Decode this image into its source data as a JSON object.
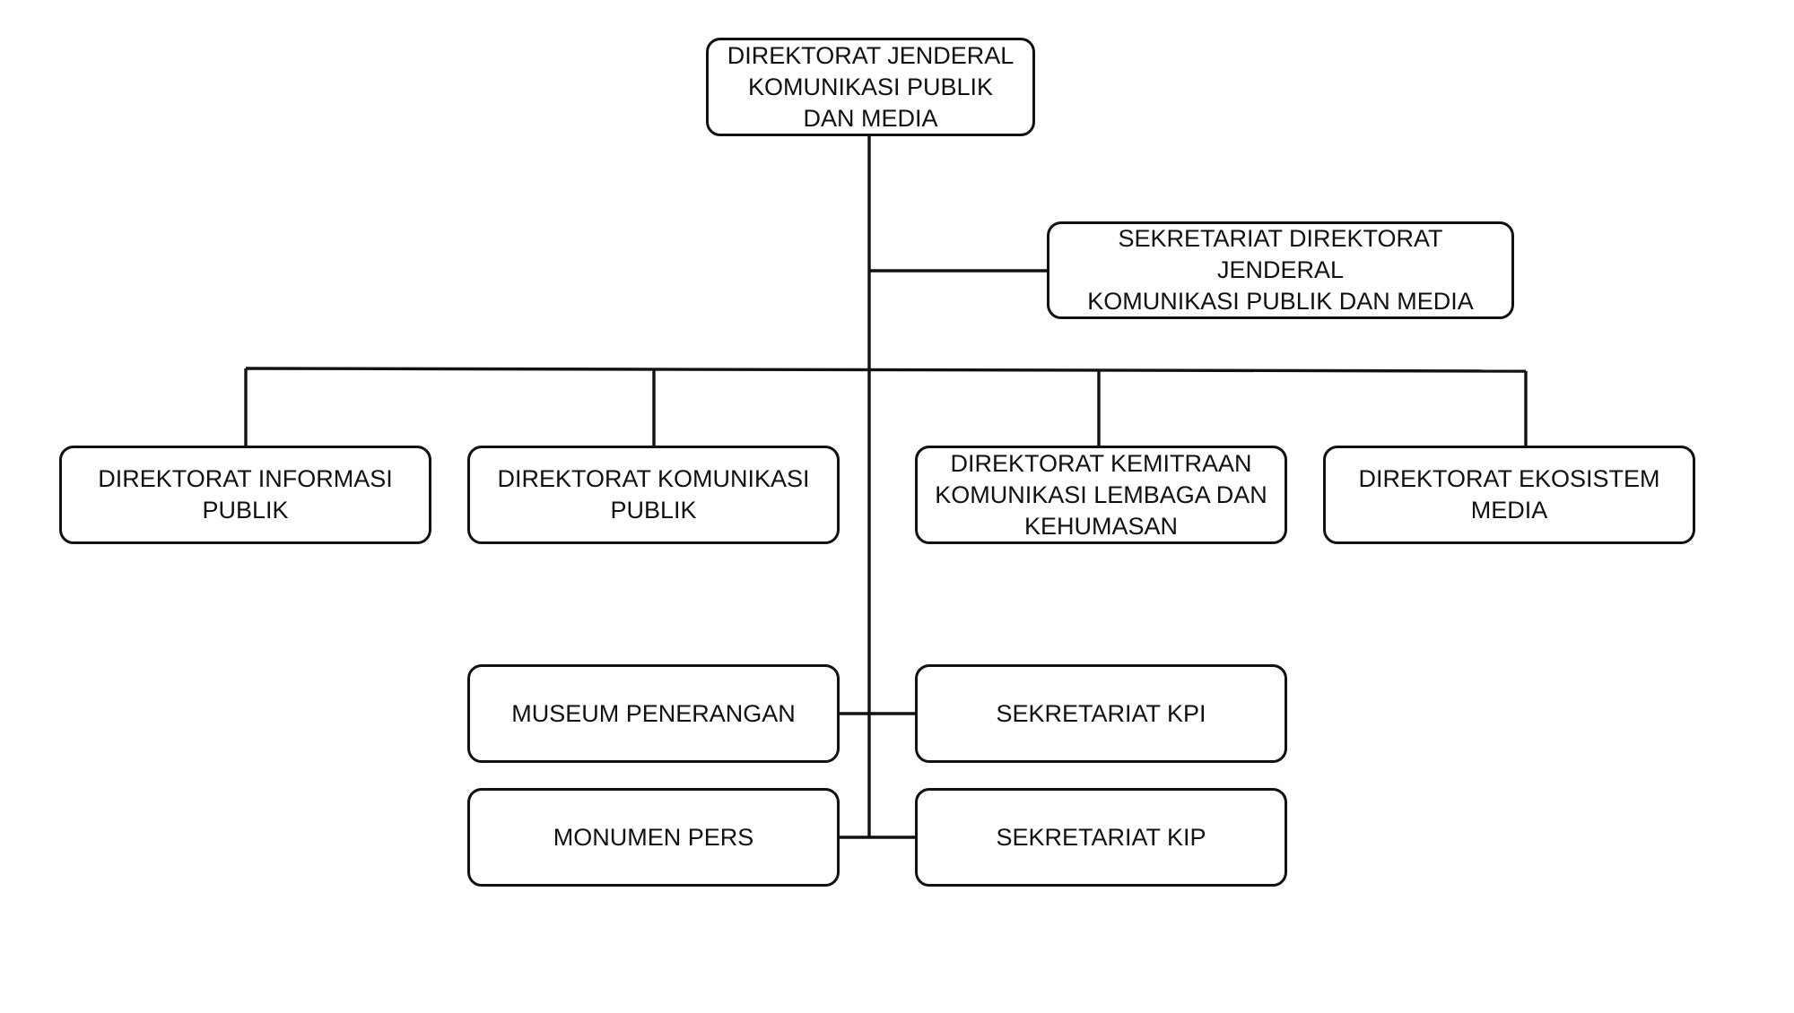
{
  "nodes": {
    "top": "DIREKTORAT JENDERAL\nKOMUNIKASI PUBLIK\nDAN MEDIA",
    "secretariat": "SEKRETARIAT DIREKTORAT JENDERAL\nKOMUNIKASI PUBLIK DAN MEDIA",
    "dir_info": "DIREKTORAT INFORMASI\nPUBLIK",
    "dir_komunikasi": "DIREKTORAT KOMUNIKASI\nPUBLIK",
    "dir_kemitraan": "DIREKTORAT KEMITRAAN\nKOMUNIKASI LEMBAGA DAN\nKEHUMASAN",
    "dir_ekosistem": "DIREKTORAT EKOSISTEM\nMEDIA",
    "museum": "MUSEUM PENERANGAN",
    "sek_kpi": "SEKRETARIAT KPI",
    "monumen": "MONUMEN PERS",
    "sek_kip": "SEKRETARIAT KIP"
  }
}
